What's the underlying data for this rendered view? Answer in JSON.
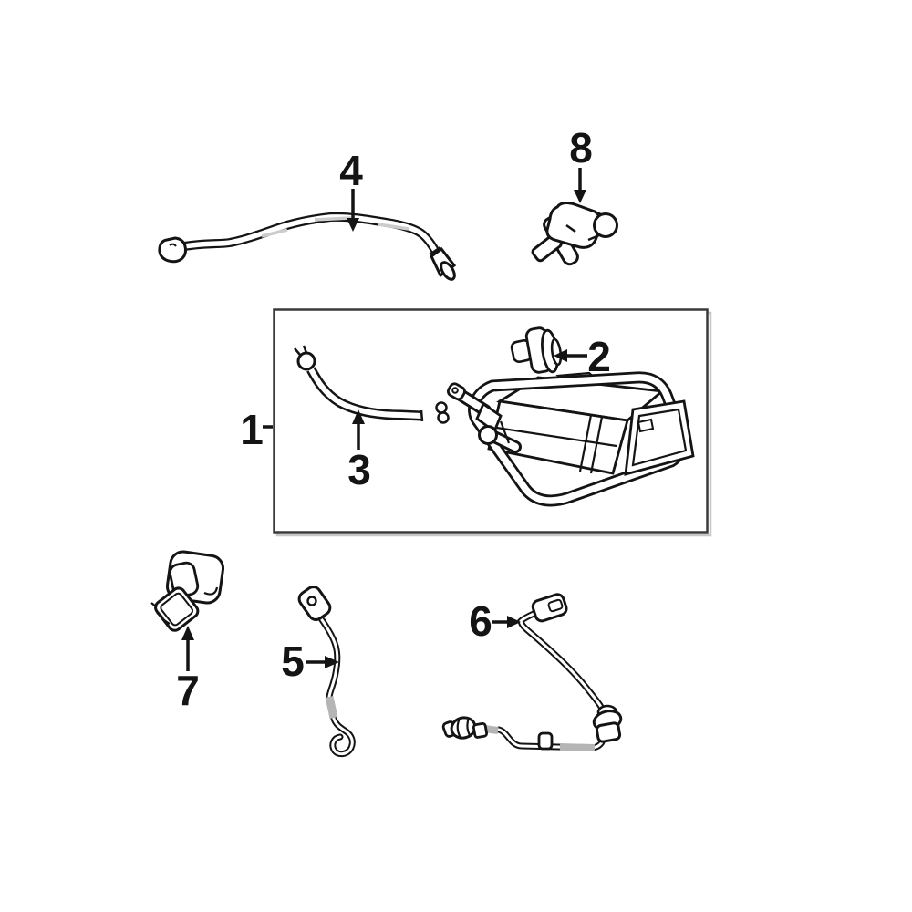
{
  "diagram": {
    "type": "exploded-parts-diagram",
    "subject": "emission-system-components",
    "colors": {
      "background": "#ffffff",
      "line": "#141414",
      "sleeve": "#b5b5b5",
      "box_shadow": "#c6c6c6"
    },
    "callouts": [
      {
        "number": "1"
      },
      {
        "number": "2"
      },
      {
        "number": "3"
      },
      {
        "number": "4"
      },
      {
        "number": "5"
      },
      {
        "number": "6"
      },
      {
        "number": "7"
      },
      {
        "number": "8"
      }
    ]
  }
}
